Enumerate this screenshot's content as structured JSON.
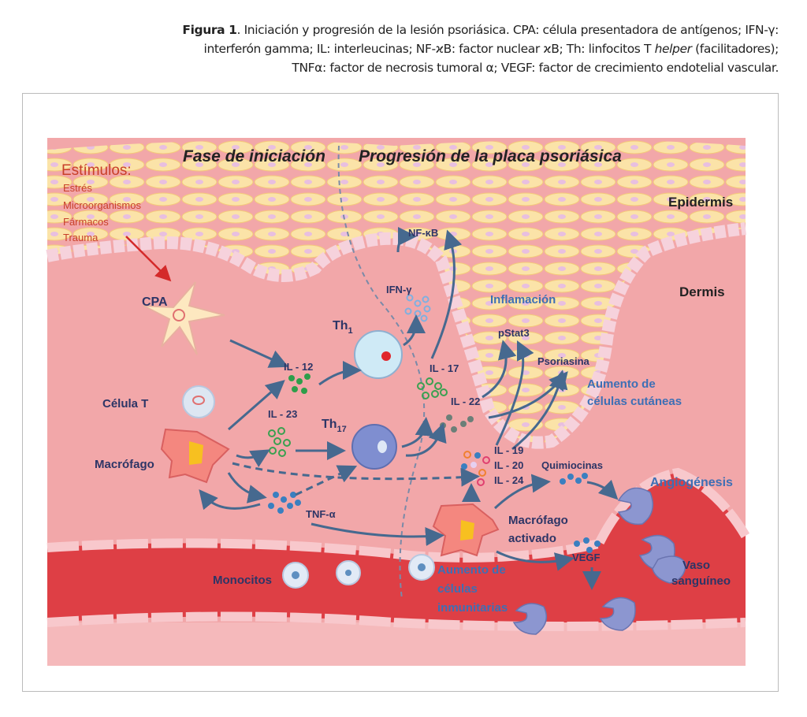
{
  "caption": {
    "figure_label": "Figura 1",
    "text1": ". Iniciación y progresión de la lesión psoriásica. CPA: célula presentadora de antígenos; IFN-γ:",
    "text2a": "interferón gamma; IL: interleucinas; NF-ϰB: factor nuclear ϰB; Th: linfocitos T ",
    "text2_italic": "helper",
    "text2b": " (facilitadores);",
    "text3": "TNFα: factor de necrosis tumoral α; VEGF: factor de crecimiento endotelial vascular."
  },
  "diagram": {
    "phase_initiation": "Fase de iniciación",
    "phase_progression": "Progresión de la placa psoriásica",
    "stimuli_title": "Estímulos:",
    "stimuli": [
      "Estrés",
      "Microorganismos",
      "Fármacos",
      "Trauma"
    ],
    "epidermis": "Epidermis",
    "dermis": "Dermis",
    "cpa": "CPA",
    "nfkb": "NF-κB",
    "ifn": "IFN-γ",
    "inflammation": "Inflamación",
    "pstat3": "pStat3",
    "psoriasin": "Psoriasina",
    "th1": "Th",
    "th1_sub": "1",
    "il12": "IL - 12",
    "il17": "IL - 17",
    "il22": "IL - 22",
    "skin_cells_1": "Aumento de",
    "skin_cells_2": "células cutáneas",
    "t_cell": "Célula T",
    "il23": "IL - 23",
    "th17": "Th",
    "th17_sub": "17",
    "macrophage": "Macrófago",
    "il19": "IL - 19",
    "il20": "IL - 20",
    "il24": "IL - 24",
    "chemokines": "Quimiocinas",
    "angiogenesis": "Angiogénesis",
    "tnf": "TNF-α",
    "activated_macrophage_1": "Macrófago",
    "activated_macrophage_2": "activado",
    "vegf": "VEGF",
    "monocytes": "Monocitos",
    "immune_cells_1": "Aumento de",
    "immune_cells_2": "células",
    "immune_cells_3": "inmunitarias",
    "vessel_1": "Vaso",
    "vessel_2": "sanguíneo"
  },
  "colors": {
    "epidermis": "#f9dc9c",
    "dermis": "#f2a7a9",
    "vessel": "#de3f45",
    "label_blue": "#3d6fb5",
    "arrow": "#46698f",
    "stimuli_red": "#c8402a"
  }
}
